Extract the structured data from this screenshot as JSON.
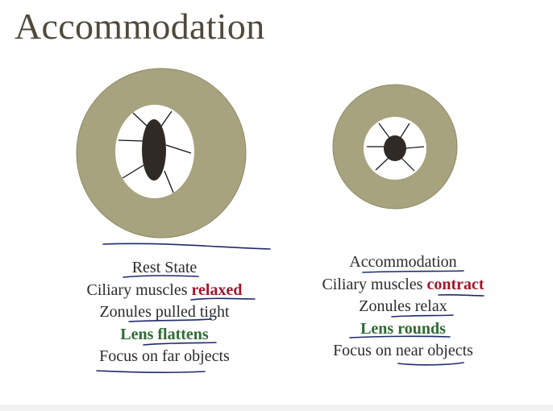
{
  "title": "Accommodation",
  "colors": {
    "ciliary_ring": "#a7a37f",
    "lens": "#2f2a25",
    "highlight_red": "#a3172b",
    "highlight_green": "#2e6b34",
    "ink": "#1f2a6b"
  },
  "panels": {
    "rest": {
      "lines": {
        "line1": "Rest State",
        "line2_prefix": "Ciliary muscles ",
        "line2_emph": "relaxed",
        "line3": "Zonules pulled tight",
        "line4": "Lens flattens",
        "line5": "Focus on far objects"
      }
    },
    "accommodation": {
      "lines": {
        "line1": "Accommodation",
        "line2_prefix": "Ciliary muscles ",
        "line2_emph": "contract",
        "line3": "Zonules relax",
        "line4": "Lens rounds",
        "line5": "Focus on near objects"
      }
    }
  }
}
